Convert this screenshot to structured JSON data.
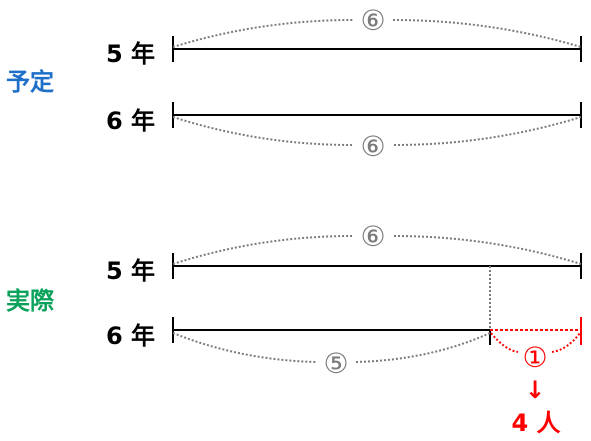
{
  "sections": {
    "plan": {
      "label": "予定",
      "color": "#1e6fc8"
    },
    "actual": {
      "label": "実際",
      "color": "#0aa25a"
    }
  },
  "rows": {
    "plan_5": {
      "label": "5 年",
      "brace_label": "⑥"
    },
    "plan_6": {
      "label": "6 年",
      "brace_label": "⑥"
    },
    "actual_5": {
      "label": "5 年",
      "brace_label": "⑥"
    },
    "actual_6": {
      "label": "6 年",
      "brace_label": "⑤",
      "extra_label": "①",
      "extra_color": "#ff0000"
    }
  },
  "result": {
    "arrow": "↓",
    "text": "4 人",
    "color": "#ff0000"
  },
  "colors": {
    "line": "#000000",
    "dotted": "#7a7a7a"
  }
}
